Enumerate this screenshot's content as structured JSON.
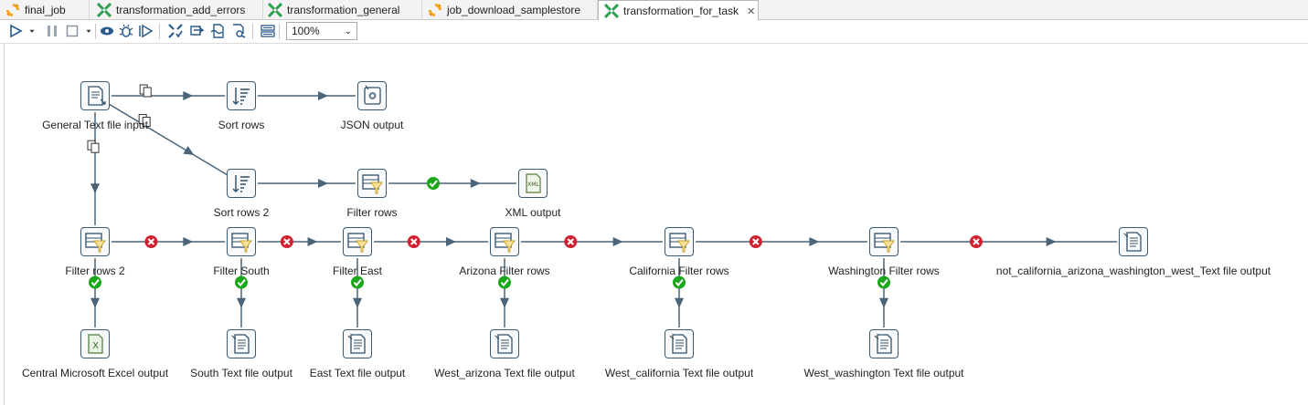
{
  "tabs": [
    {
      "label": "final_job",
      "kind": "job"
    },
    {
      "label": "transformation_add_errors",
      "kind": "transformation"
    },
    {
      "label": "transformation_general",
      "kind": "transformation"
    },
    {
      "label": "job_download_samplestore",
      "kind": "job"
    },
    {
      "label": "transformation_for_task",
      "kind": "transformation",
      "active": true
    }
  ],
  "toolbar": {
    "zoom": "100%",
    "icons": [
      "run-icon",
      "run-dropdown-icon",
      "pause-icon",
      "stop-icon",
      "stop-dropdown-icon",
      "preview-icon",
      "debug-icon",
      "replay-icon",
      "verify-icon",
      "impact-icon",
      "sql-icon",
      "explore-db-icon",
      "show-results-icon"
    ]
  },
  "steps": [
    {
      "id": "general-text-file-input",
      "label": "General Text file input",
      "icon": "text-file-input-icon"
    },
    {
      "id": "sort-rows",
      "label": "Sort rows",
      "icon": "sort-rows-icon"
    },
    {
      "id": "json-output",
      "label": "JSON output",
      "icon": "json-output-icon"
    },
    {
      "id": "sort-rows-2",
      "label": "Sort rows 2",
      "icon": "sort-rows-icon"
    },
    {
      "id": "filter-rows",
      "label": "Filter rows",
      "icon": "filter-rows-icon"
    },
    {
      "id": "xml-output",
      "label": "XML output",
      "icon": "xml-output-icon",
      "icon_text": "XML"
    },
    {
      "id": "filter-rows-2",
      "label": "Filter rows 2",
      "icon": "filter-rows-icon"
    },
    {
      "id": "filter-south",
      "label": "Filter South",
      "icon": "filter-rows-icon"
    },
    {
      "id": "filter-east",
      "label": "Filter East",
      "icon": "filter-rows-icon"
    },
    {
      "id": "arizona-filter-rows",
      "label": "Arizona Filter rows",
      "icon": "filter-rows-icon"
    },
    {
      "id": "california-filter-rows",
      "label": "California Filter rows",
      "icon": "filter-rows-icon"
    },
    {
      "id": "washington-filter-rows",
      "label": "Washington Filter rows",
      "icon": "filter-rows-icon"
    },
    {
      "id": "not-caw-west-output",
      "label": "not_california_arizona_washington_west_Text file output",
      "icon": "text-file-output-icon"
    },
    {
      "id": "central-excel-output",
      "label": "Central Microsoft Excel output",
      "icon": "excel-output-icon",
      "icon_text": "X"
    },
    {
      "id": "south-text-output",
      "label": "South Text file output",
      "icon": "text-file-output-icon"
    },
    {
      "id": "east-text-output",
      "label": "East Text file output",
      "icon": "text-file-output-icon"
    },
    {
      "id": "west-arizona-output",
      "label": "West_arizona Text file output",
      "icon": "text-file-output-icon"
    },
    {
      "id": "west-california-output",
      "label": "West_california Text file output",
      "icon": "text-file-output-icon"
    },
    {
      "id": "west-washington-output",
      "label": "West_washington Text file output",
      "icon": "text-file-output-icon"
    }
  ],
  "hops": [
    {
      "from": "general-text-file-input",
      "to": "sort-rows",
      "type": "copy"
    },
    {
      "from": "sort-rows",
      "to": "json-output",
      "type": "normal"
    },
    {
      "from": "general-text-file-input",
      "to": "sort-rows-2",
      "type": "copy"
    },
    {
      "from": "sort-rows-2",
      "to": "filter-rows",
      "type": "normal"
    },
    {
      "from": "filter-rows",
      "to": "xml-output",
      "type": "true"
    },
    {
      "from": "general-text-file-input",
      "to": "filter-rows-2",
      "type": "copy"
    },
    {
      "from": "filter-rows-2",
      "to": "filter-south",
      "type": "false"
    },
    {
      "from": "filter-south",
      "to": "filter-east",
      "type": "false"
    },
    {
      "from": "filter-east",
      "to": "arizona-filter-rows",
      "type": "false"
    },
    {
      "from": "arizona-filter-rows",
      "to": "california-filter-rows",
      "type": "false"
    },
    {
      "from": "california-filter-rows",
      "to": "washington-filter-rows",
      "type": "false"
    },
    {
      "from": "washington-filter-rows",
      "to": "not-caw-west-output",
      "type": "false"
    },
    {
      "from": "filter-rows-2",
      "to": "central-excel-output",
      "type": "true"
    },
    {
      "from": "filter-south",
      "to": "south-text-output",
      "type": "true"
    },
    {
      "from": "filter-east",
      "to": "east-text-output",
      "type": "true"
    },
    {
      "from": "arizona-filter-rows",
      "to": "west-arizona-output",
      "type": "true"
    },
    {
      "from": "california-filter-rows",
      "to": "west-california-output",
      "type": "true"
    },
    {
      "from": "washington-filter-rows",
      "to": "west-washington-output",
      "type": "true"
    }
  ],
  "colors": {
    "hop": "#4a6479",
    "true": "#1aa81a",
    "false": "#d1202f",
    "tab_job": "#f5a623",
    "tab_transformation": "#2e9e4f"
  }
}
